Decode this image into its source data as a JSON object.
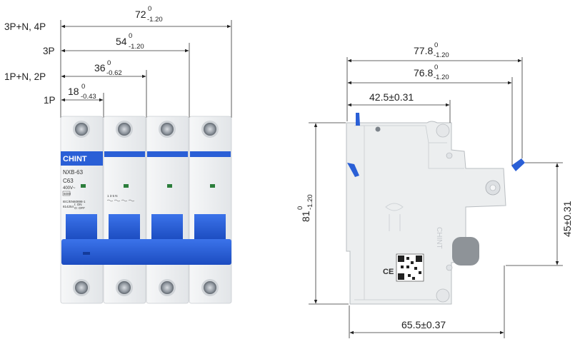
{
  "left_view": {
    "rows": [
      {
        "label": "3P+N, 4P",
        "nominal": "72",
        "upper": "0",
        "lower": "-1.20"
      },
      {
        "label": "3P",
        "nominal": "54",
        "upper": "0",
        "lower": "-1.20"
      },
      {
        "label": "1P+N, 2P",
        "nominal": "36",
        "upper": "0",
        "lower": "-0.62"
      },
      {
        "label": "1P",
        "nominal": "18",
        "upper": "0",
        "lower": "-0.43"
      }
    ],
    "device": {
      "brand": "CHINT",
      "model": "NXB-63",
      "rating": "C63",
      "voltage": "400V~",
      "code": "6000",
      "standard": "IEC/EN60898-1",
      "serial": "814254",
      "on_label": "I: ON",
      "off_label": "O: OFF",
      "terminal_numbers": "1 3 5 N"
    }
  },
  "right_view": {
    "width_overall": {
      "nominal": "77.8",
      "upper": "0",
      "lower": "-1.20"
    },
    "width_body": {
      "nominal": "76.8",
      "upper": "0",
      "lower": "-1.20"
    },
    "width_front": "42.5±0.31",
    "height": {
      "nominal": "81",
      "upper": "0",
      "lower": "-1.20"
    },
    "rail_height": "45±0.31",
    "depth_bottom": "65.5±0.37",
    "mark": "CE",
    "side_brand": "CHINT"
  },
  "colors": {
    "blue": "#2a5fd6",
    "blue_dark": "#1b47b0",
    "body": "#eceeef",
    "line": "#333333"
  }
}
